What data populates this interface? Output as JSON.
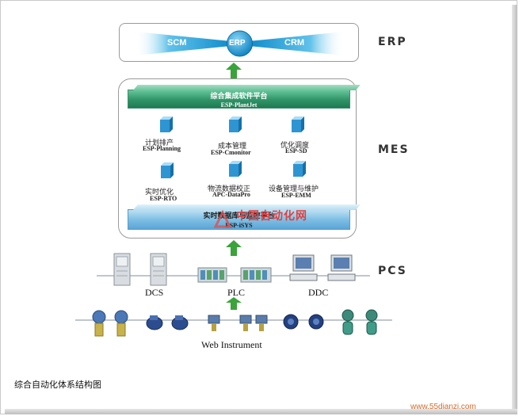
{
  "layers": {
    "erp": "ERP",
    "mes": "MES",
    "pcs": "PCS"
  },
  "erp": {
    "left": "SCM",
    "center": "ERP",
    "right": "CRM"
  },
  "mes": {
    "platform_top_cn": "综合集成软件平台",
    "platform_top_en": "ESP-PlantJet",
    "platform_bottom_cn": "实时数据库与监控平台",
    "platform_bottom_en": "ESP-iSYS",
    "modules": [
      {
        "cn": "计划排产",
        "en": "ESP-Planning"
      },
      {
        "cn": "成本管理",
        "en": "ESP-Cmonitor"
      },
      {
        "cn": "优化调度",
        "en": "ESP-SD"
      },
      {
        "cn": "实时优化",
        "en": "ESP-RTO"
      },
      {
        "cn": "物流数据校正",
        "en": "APC-DataPro"
      },
      {
        "cn": "设备管理与维护",
        "en": "ESP-EMM"
      }
    ]
  },
  "pcs": {
    "dcs": "DCS",
    "plc": "PLC",
    "ddc": "DDC"
  },
  "field": {
    "label": "Web Instrument"
  },
  "watermark": "中国自动化网",
  "caption": "综合自动化体系结构图",
  "url": "www.55dianzi.com",
  "colors": {
    "erp_band": "#1aa0d8",
    "mes_green": "#2f9468",
    "mes_blue": "#7fbfe4",
    "arrow_green": "#3aa33a"
  }
}
